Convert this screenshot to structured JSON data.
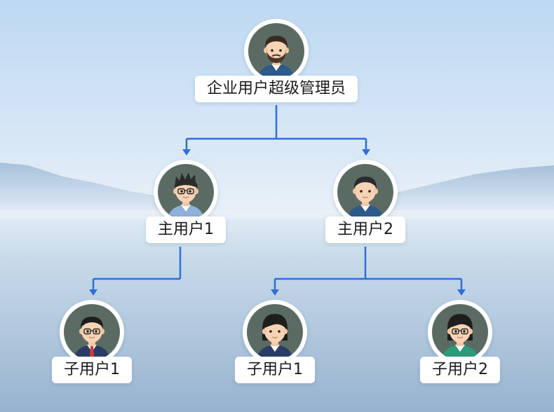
{
  "nodes": {
    "root": {
      "label": "企业用户超级管理员"
    },
    "main1": {
      "label": "主用户1"
    },
    "main2": {
      "label": "主用户2"
    },
    "sub1a": {
      "label": "子用户1"
    },
    "sub2a": {
      "label": "子用户1"
    },
    "sub2b": {
      "label": "子用户2"
    }
  },
  "colors": {
    "connector": "#2f6fd6",
    "avatar_bg": "#5a6b64"
  }
}
